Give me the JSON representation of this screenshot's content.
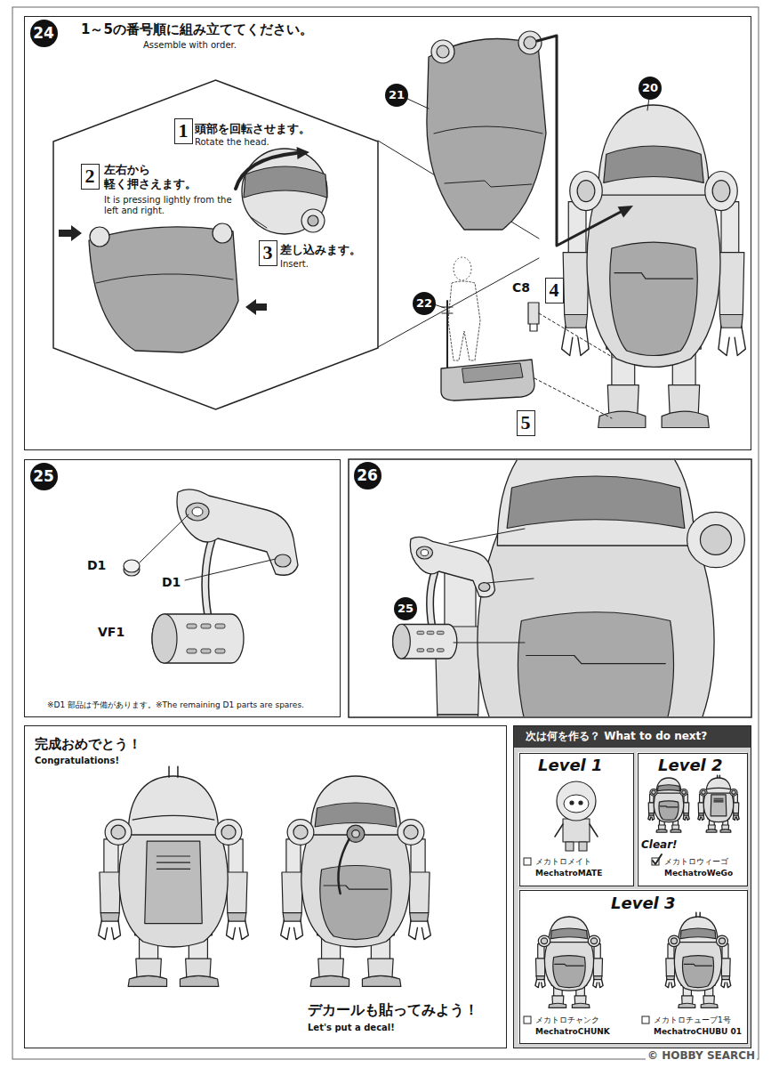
{
  "diagram": {
    "nodes": [
      {
        "text": [
          "1～5の番号順に組み立ててください。",
          "Assemble with order."
        ]
      },
      {
        "text": [
          "24"
        ],
        "in": 0
      },
      {
        "text": [
          "頭部を回転させます。",
          "Rotate the head.",
          "左右から 軽く押さえます。",
          "It is pressing lightly from the left and right.",
          "差し込みます。",
          "Insert."
        ],
        "in": 0
      },
      {
        "text": [
          "1"
        ],
        "in": 2
      },
      {
        "text": [
          "2"
        ],
        "in": 2
      },
      {
        "text": [
          "3"
        ],
        "in": 2
      },
      {
        "text": [
          "21"
        ],
        "in": 0
      },
      {
        "text": [
          "20"
        ],
        "in": 0
      },
      {
        "text": [
          "22"
        ],
        "in": 0
      },
      {
        "text": [
          "4"
        ],
        "in": 0
      },
      {
        "text": [
          "5"
        ],
        "in": 0
      },
      {
        "text": [
          "※D1 部品は予備があります。※The remaining D1 parts are spares."
        ]
      },
      {
        "text": [
          "25"
        ],
        "in": 11
      },
      {
        "text": [
          "26"
        ]
      },
      {
        "text": [
          "25"
        ]
      },
      {
        "text": [
          "完成おめでとう！",
          "Congratulations!",
          "デカールも貼ってみよう！",
          "Let's put a decal!"
        ]
      },
      {
        "text": [
          "次は何を作る？ What to do next?"
        ]
      },
      {
        "text": [
          "Level 1",
          "メカトロメイト",
          "MechatroMATE"
        ],
        "in": 16
      },
      {
        "text": [
          "Level 2",
          "Clear!",
          "メカトロウィーゴ",
          "MechatroWeGo"
        ],
        "in": 16
      },
      {
        "text": [
          "Level 3",
          "メカトロチャンク",
          "MechatroCHUNK",
          "メカトロチューブ1号",
          "MechatroCHUBU 01"
        ],
        "in": 16
      }
    ],
    "labels": [
      "C8",
      "D1",
      "D1",
      "VF1",
      "© HOBBY SEARCH"
    ]
  }
}
